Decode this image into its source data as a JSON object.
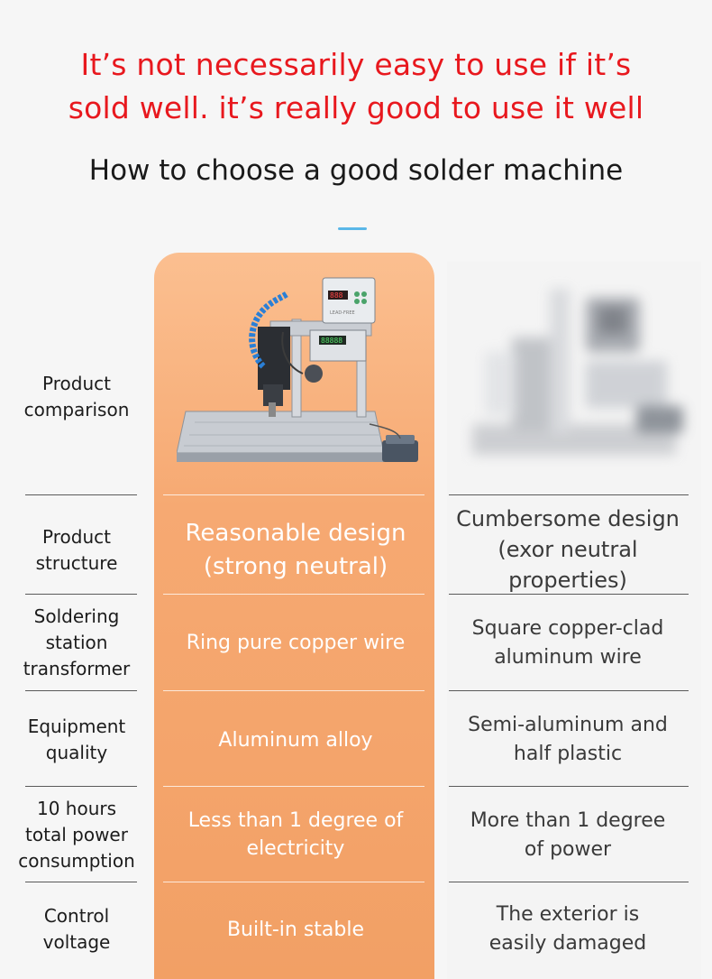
{
  "header": {
    "headline_line1": "It’s not necessarily easy to use if it’s",
    "headline_line2": "sold well. it’s really good to use it well",
    "subtitle": "How to choose a good solder machine"
  },
  "colors": {
    "headline": "#e8181e",
    "accent_line": "#5ab7e8",
    "good_column": "#f6a972",
    "bad_column": "#f4f4f4"
  },
  "rows": [
    {
      "label_lines": [
        "Product",
        "comparison"
      ],
      "good_lines": [],
      "bad_lines": []
    },
    {
      "label_lines": [
        "Product",
        "structure"
      ],
      "good_lines": [
        "Reasonable design",
        "(strong neutral)"
      ],
      "bad_lines": [
        "Cumbersome design",
        "(exor neutral",
        "properties)"
      ]
    },
    {
      "label_lines": [
        "Soldering",
        "station",
        "transformer"
      ],
      "good_lines": [
        "Ring pure copper wire"
      ],
      "bad_lines": [
        "Square copper-clad",
        "aluminum wire"
      ]
    },
    {
      "label_lines": [
        "Equipment",
        "quality"
      ],
      "good_lines": [
        "Aluminum alloy"
      ],
      "bad_lines": [
        "Semi-aluminum and",
        "half plastic"
      ]
    },
    {
      "label_lines": [
        "10 hours",
        "total power",
        "consumption"
      ],
      "good_lines": [
        "Less than 1 degree of",
        "electricity"
      ],
      "bad_lines": [
        "More than 1 degree",
        "of power"
      ]
    },
    {
      "label_lines": [
        "Control",
        "voltage"
      ],
      "good_lines": [
        "Built-in stable"
      ],
      "bad_lines": [
        "The exterior is",
        "easily damaged"
      ]
    }
  ],
  "machine_panel": {
    "display_top": "888",
    "display_mid": "88888",
    "brand": "LEAD-FREE"
  }
}
